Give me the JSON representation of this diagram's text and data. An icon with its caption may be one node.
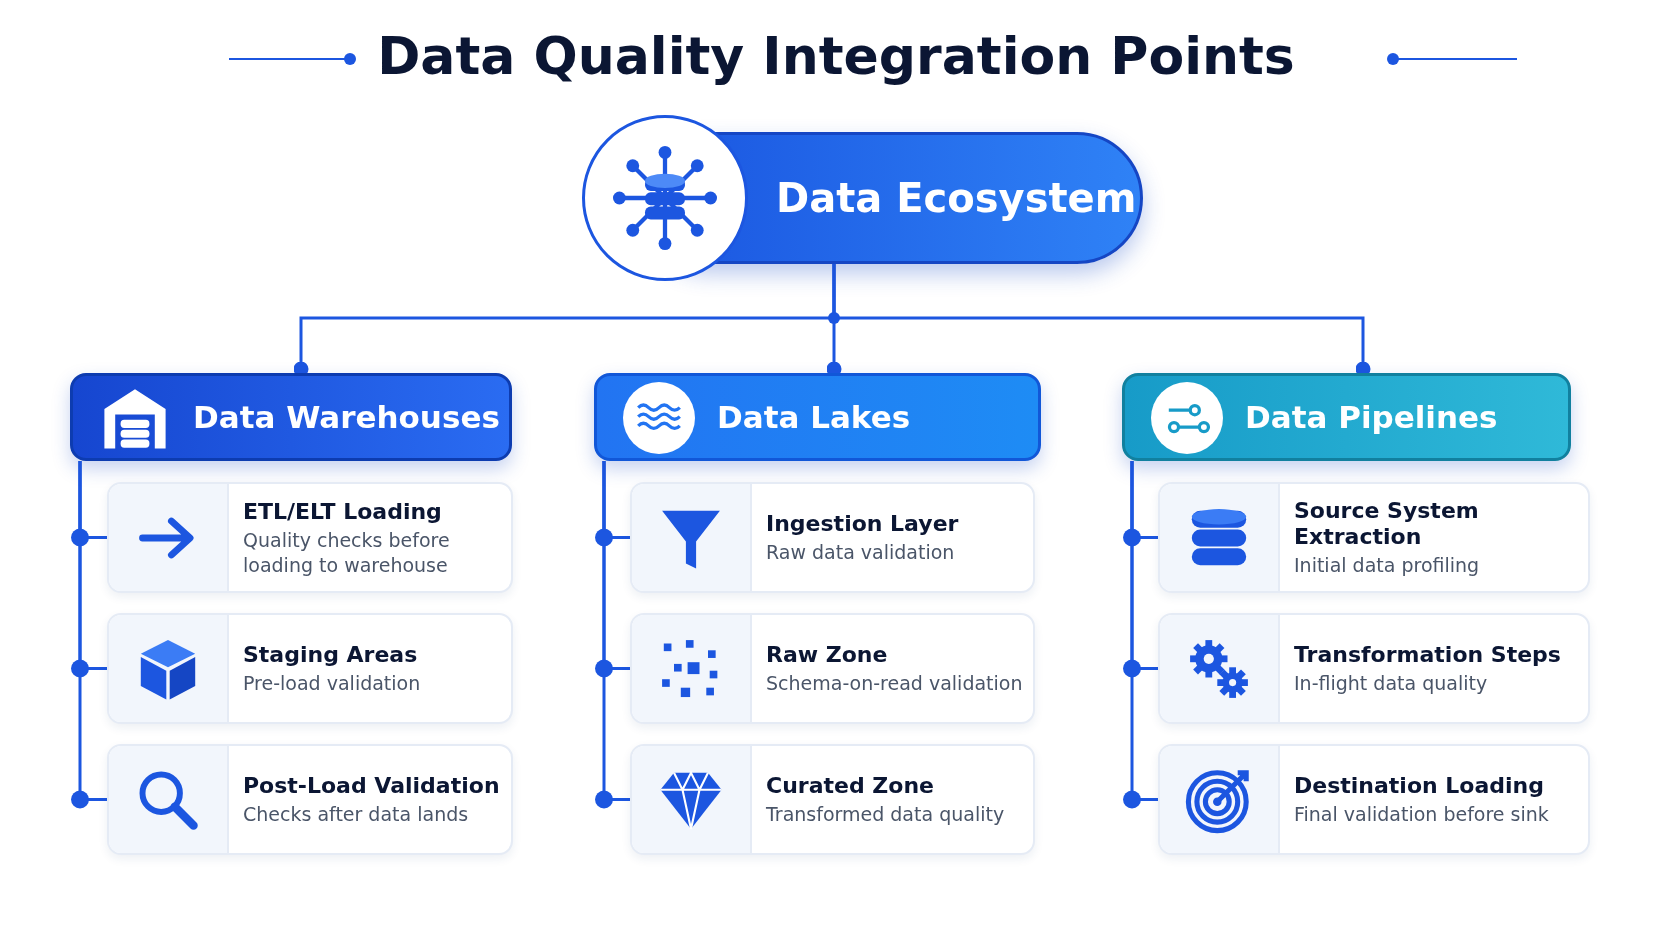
{
  "diagram": {
    "title": "Data Quality Integration Points",
    "nodes": [
      {
        "text": [
          "Data Ecosystem"
        ]
      },
      {
        "text": [
          "Data Warehouses"
        ]
      },
      {
        "text": [
          "Data Lakes"
        ]
      },
      {
        "text": [
          "Data Pipelines"
        ]
      },
      {
        "text": [
          "ETL/ELT Loading",
          "Quality checks before loading to warehouse"
        ]
      },
      {
        "text": [
          "Staging Areas",
          "Pre-load validation"
        ]
      },
      {
        "text": [
          "Post-Load Validation",
          "Checks after data lands"
        ]
      },
      {
        "text": [
          "Ingestion Layer",
          "Raw data validation"
        ]
      },
      {
        "text": [
          "Raw Zone",
          "Schema-on-read validation"
        ]
      },
      {
        "text": [
          "Curated Zone",
          "Transformed data quality"
        ]
      },
      {
        "text": [
          "Source System Extraction",
          "Initial data profiling"
        ]
      },
      {
        "text": [
          "Transformation Steps",
          "In-flight data quality"
        ]
      },
      {
        "text": [
          "Destination Loading",
          "Final validation before sink"
        ]
      }
    ],
    "edges": [
      {
        "from": 0,
        "to": 1,
        "arrow": "other"
      },
      {
        "from": 0,
        "to": 2,
        "arrow": "other"
      },
      {
        "from": 0,
        "to": 3,
        "arrow": "other"
      },
      {
        "from": 1,
        "to": 4,
        "arrow": "none"
      },
      {
        "from": 1,
        "to": 5,
        "arrow": "none"
      },
      {
        "from": 1,
        "to": 6,
        "arrow": "none"
      },
      {
        "from": 2,
        "to": 7,
        "arrow": "none"
      },
      {
        "from": 2,
        "to": 8,
        "arrow": "none"
      },
      {
        "from": 2,
        "to": 9,
        "arrow": "none"
      },
      {
        "from": 3,
        "to": 10,
        "arrow": "none"
      },
      {
        "from": 3,
        "to": 11,
        "arrow": "none"
      },
      {
        "from": 3,
        "to": 12,
        "arrow": "none"
      }
    ]
  }
}
